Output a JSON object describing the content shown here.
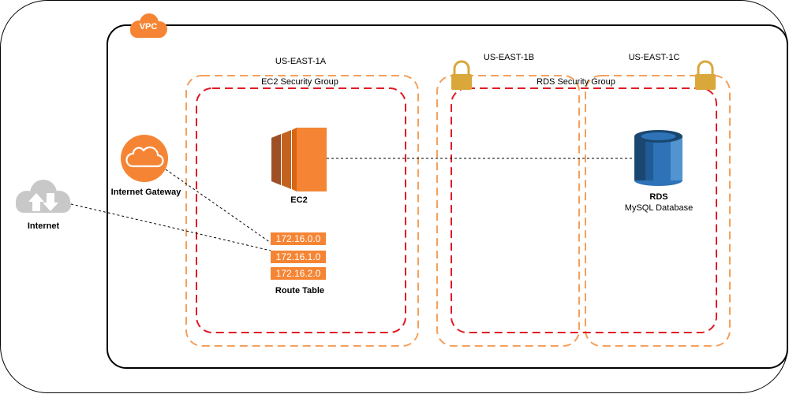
{
  "vpc": {
    "badge_label": "VPC"
  },
  "zones": [
    {
      "label": "US-EAST-1A"
    },
    {
      "label": "US-EAST-1B"
    },
    {
      "label": "US-EAST-1C"
    }
  ],
  "security_groups": [
    {
      "label": "EC2 Security Group"
    },
    {
      "label": "RDS Security Group"
    }
  ],
  "nodes": {
    "internet": {
      "label": "Internet"
    },
    "internet_gateway": {
      "label": "Internet Gateway"
    },
    "ec2": {
      "label": "EC2"
    },
    "rds": {
      "label": "RDS",
      "sublabel": "MySQL Database"
    },
    "route_table": {
      "label": "Route Table",
      "routes": [
        "172.16.0.0",
        "172.16.1.0",
        "172.16.2.0"
      ]
    }
  },
  "colors": {
    "aws_orange": "#f58534",
    "sg_red": "#e01b24",
    "zone_orange": "#f5a05c",
    "lock_gold": "#d9a73a",
    "rds_blue": "#2e73b8",
    "internet_gray": "#c8c8c8"
  }
}
